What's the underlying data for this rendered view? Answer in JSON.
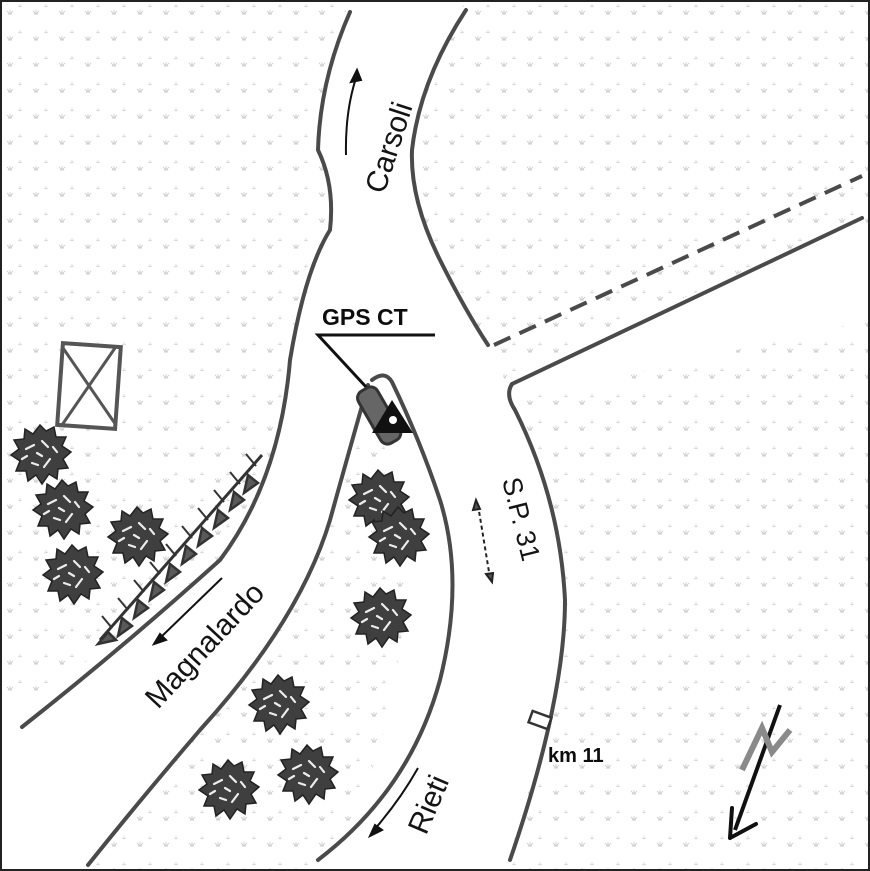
{
  "map": {
    "roads": {
      "carsoli": "Carsoli",
      "magnalardo": "Magnalardo",
      "sp31": "S.P. 31",
      "rieti": "Rieti"
    },
    "gps_label": "GPS CT",
    "km_marker": "km 11",
    "colors": {
      "background": "#ffffff",
      "road_outline": "#4a4a4a",
      "tree_fill": "#3f3f3f",
      "grass_glyph": "#c8c8c8",
      "text": "#141414",
      "north_arrow_gray": "#8a8a8a"
    },
    "icons": [
      "building-icon",
      "tree-icon",
      "gps-station-icon",
      "north-arrow-icon",
      "embankment-icon",
      "direction-arrow-icon"
    ]
  }
}
